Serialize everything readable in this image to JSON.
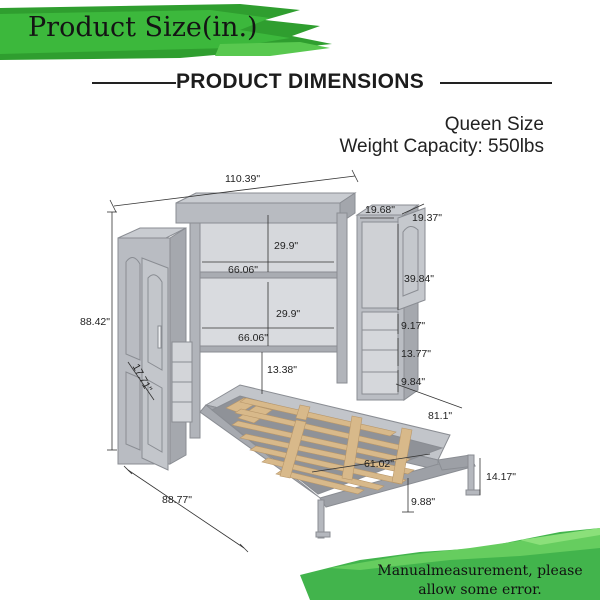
{
  "banner": {
    "title": "Product Size(in.)",
    "accent_color": "#2f9e2f"
  },
  "section": {
    "title": "PRODUCT DIMENSIONS"
  },
  "specs": {
    "size": "Queen Size",
    "weight": "Weight Capacity: 550lbs"
  },
  "dimensions": {
    "overall_width": "110.39\"",
    "overall_height": "88.42\"",
    "overall_depth": "88.77\"",
    "side_cabinet_depth": "17.71\"",
    "top_cabinet_width_a": "19.68\"",
    "top_cabinet_width_b": "19.37\"",
    "upper_shelf_height": "29.9\"",
    "upper_shelf_width": "66.06\"",
    "lower_shelf_height": "29.9\"",
    "lower_shelf_width": "66.06\"",
    "right_upper_height": "39.84\"",
    "right_mid_height": "9.17\"",
    "right_lower_height": "13.77\"",
    "right_bottom_height": "9.84\"",
    "bed_clearance": "13.38\"",
    "bed_length": "81.1\"",
    "bed_width": "61.02\"",
    "leg_height": "14.17\"",
    "floor_clearance": "9.88\""
  },
  "footer_note": {
    "line1": "Manualmeasurement, please",
    "line2": "allow some error."
  }
}
